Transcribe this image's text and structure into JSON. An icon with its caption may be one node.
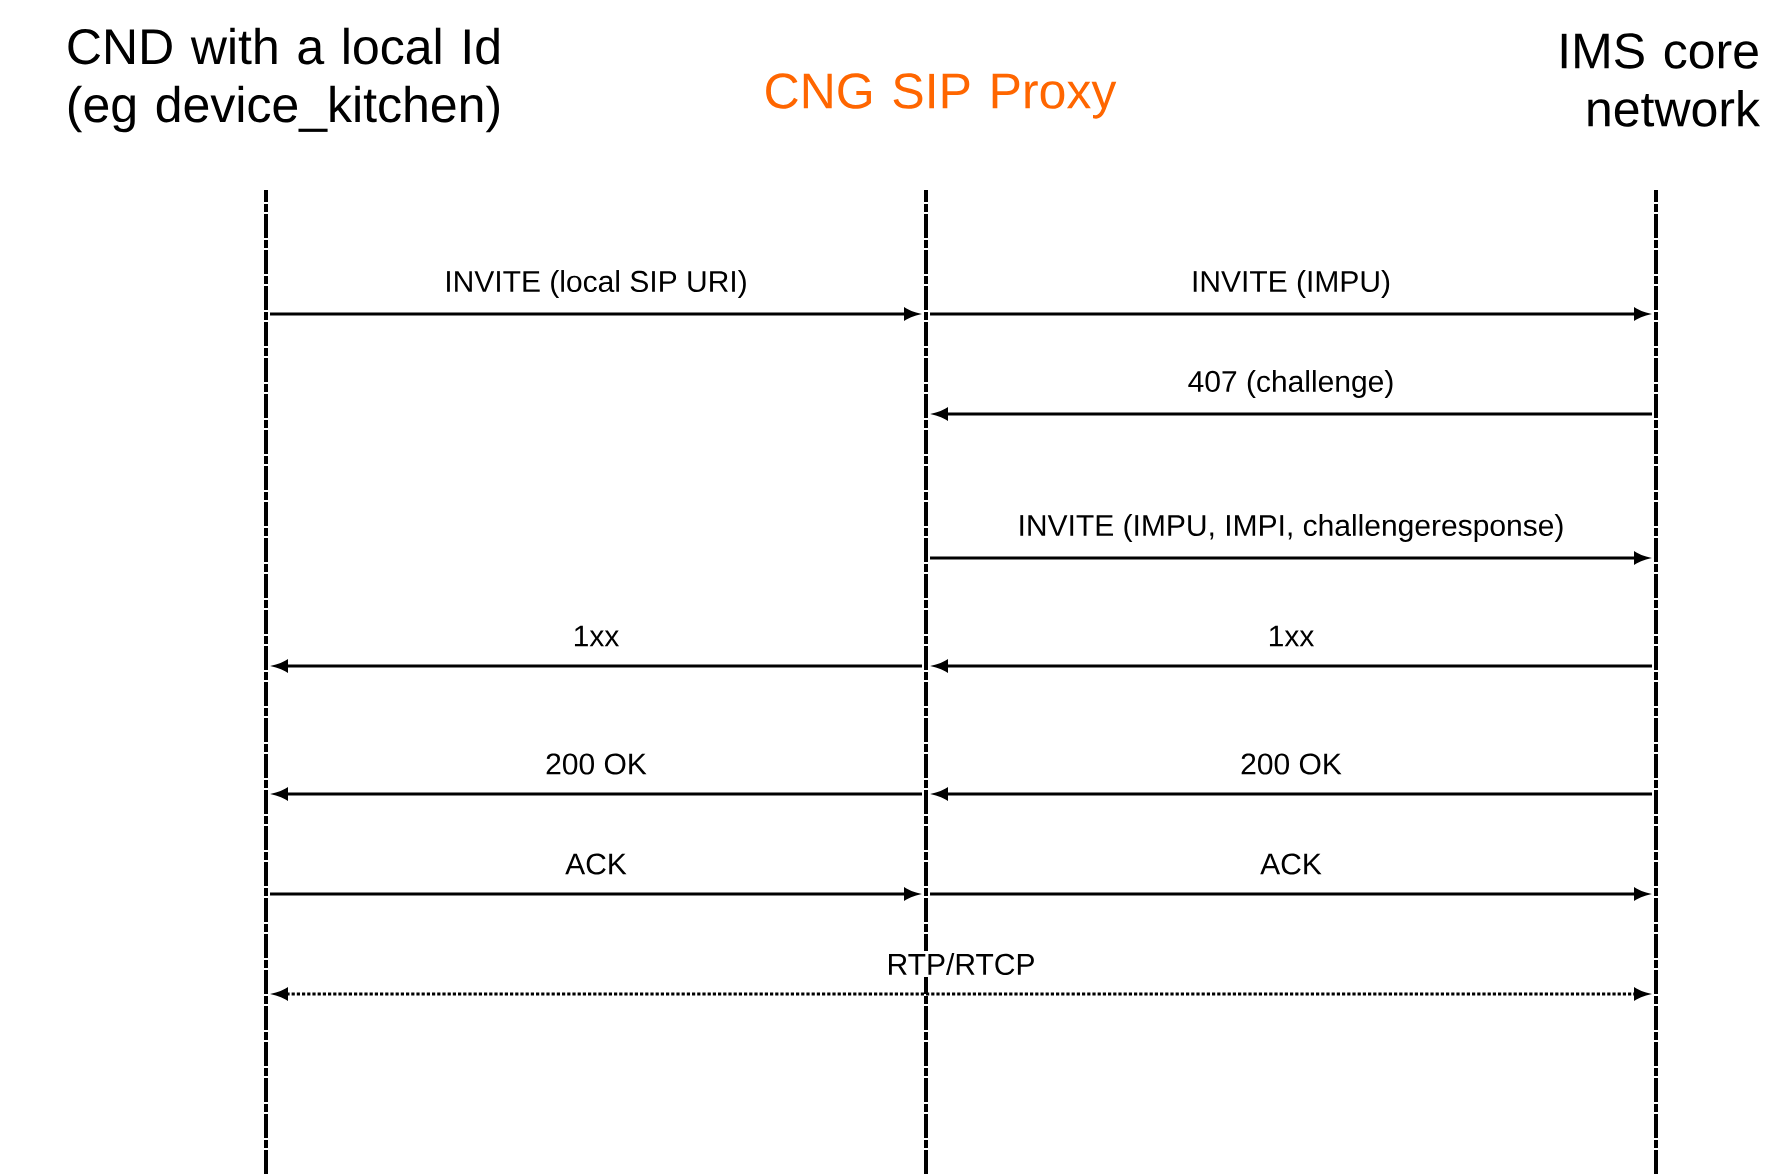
{
  "diagram": {
    "nodes": [
      {
        "text": [],
        "shape": "bar",
        "beside": [
          "CND with a local Id (eg device_kitchen)"
        ]
      },
      {
        "text": [],
        "shape": "bar",
        "beside": [
          "CNG SIP Proxy"
        ]
      },
      {
        "text": [],
        "shape": "bar",
        "beside": [
          "IMS core network"
        ]
      }
    ],
    "edges": [
      {
        "from": 0,
        "to": 1,
        "arrow": "to",
        "label": "INVITE  (local SIP URI)"
      },
      {
        "from": 1,
        "to": 2,
        "arrow": "to",
        "label": "INVITE  (IMPU)"
      },
      {
        "from": 2,
        "to": 1,
        "arrow": "to",
        "label": "407 (challenge)"
      },
      {
        "from": 1,
        "to": 2,
        "arrow": "to",
        "label": "INVITE  (IMPU, IMPI, challengeresponse)"
      },
      {
        "from": 1,
        "to": 0,
        "arrow": "to",
        "label": "1xx"
      },
      {
        "from": 2,
        "to": 1,
        "arrow": "to",
        "label": "1xx"
      },
      {
        "from": 1,
        "to": 0,
        "arrow": "to",
        "label": "200 OK"
      },
      {
        "from": 2,
        "to": 1,
        "arrow": "to",
        "label": "200 OK"
      },
      {
        "from": 0,
        "to": 1,
        "arrow": "to",
        "label": "ACK"
      },
      {
        "from": 1,
        "to": 2,
        "arrow": "to",
        "label": "ACK"
      },
      {
        "from": 0,
        "to": 2,
        "arrow": "both",
        "label": "RTP/RTCP",
        "style": "dashed"
      }
    ]
  }
}
